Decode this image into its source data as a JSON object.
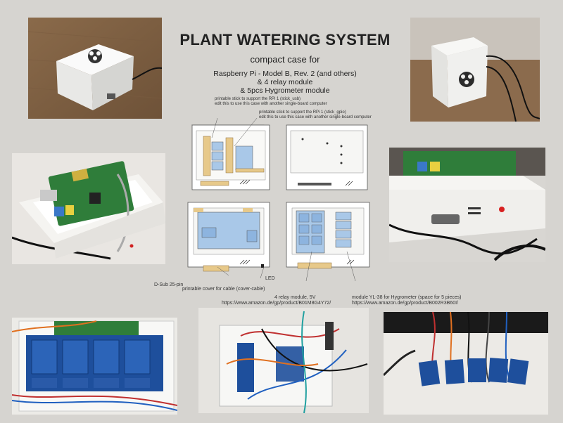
{
  "title": "PLANT WATERING SYSTEM",
  "subtitle": "compact case for",
  "model_lines": [
    "Raspberry Pi - Model B, Rev. 2 (and others)",
    "& 4 relay module",
    "& 5pcs Hygrometer module"
  ],
  "annotations": {
    "stick_usb_1": "printable stick to support the RPi 1 (stick_usb)",
    "stick_usb_2": "edit this to use this case with another single-board computer",
    "stick_gpio_1": "printable stick to support the RPi 1 (stick_gpio)",
    "stick_gpio_2": "edit this to use this case with another single-board computer",
    "led": "LED",
    "dsub": "D-Sub 25-pin",
    "cover": "printable cover for cable (cover-cable)",
    "relay_1": "4 relay module, 5V",
    "relay_2": "https://www.amazon.de/gp/product/B01M8G4Y72/",
    "hygro_1": "module YL-38 for Hygrometer (space for 5 pieces)",
    "hygro_2": "https://www.amazon.de/gp/product/B002R3B60I/"
  },
  "colors": {
    "background": "#d6d4d0",
    "case_white": "#f4f4f2",
    "wood": "#9c7a55",
    "pcb_green": "#2f7d3a",
    "relay_blue": "#2c5fa8",
    "model_blue": "#a9c8e8",
    "model_wood": "#e7c98a"
  }
}
